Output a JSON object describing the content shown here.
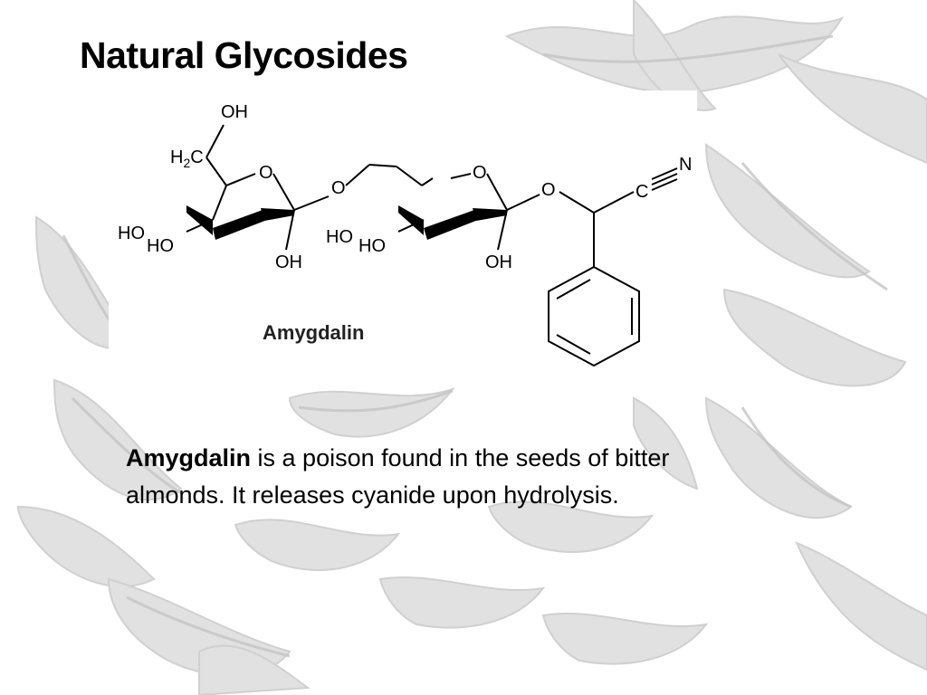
{
  "slide": {
    "title": "Natural Glycosides"
  },
  "structure": {
    "compound_name": "Amygdalin",
    "atoms": {
      "oh": "OH",
      "ho": "HO",
      "h": "H",
      "sub2": "2",
      "c": "C",
      "o": "O",
      "n": "N"
    }
  },
  "description": {
    "emphasis": "Amygdalin",
    "text": " is a poison found in the seeds of bitter almonds. It releases cyanide upon hydrolysis."
  },
  "colors": {
    "background": "#ffffff",
    "foliage": "#d9d9d9",
    "text": "#000000"
  }
}
